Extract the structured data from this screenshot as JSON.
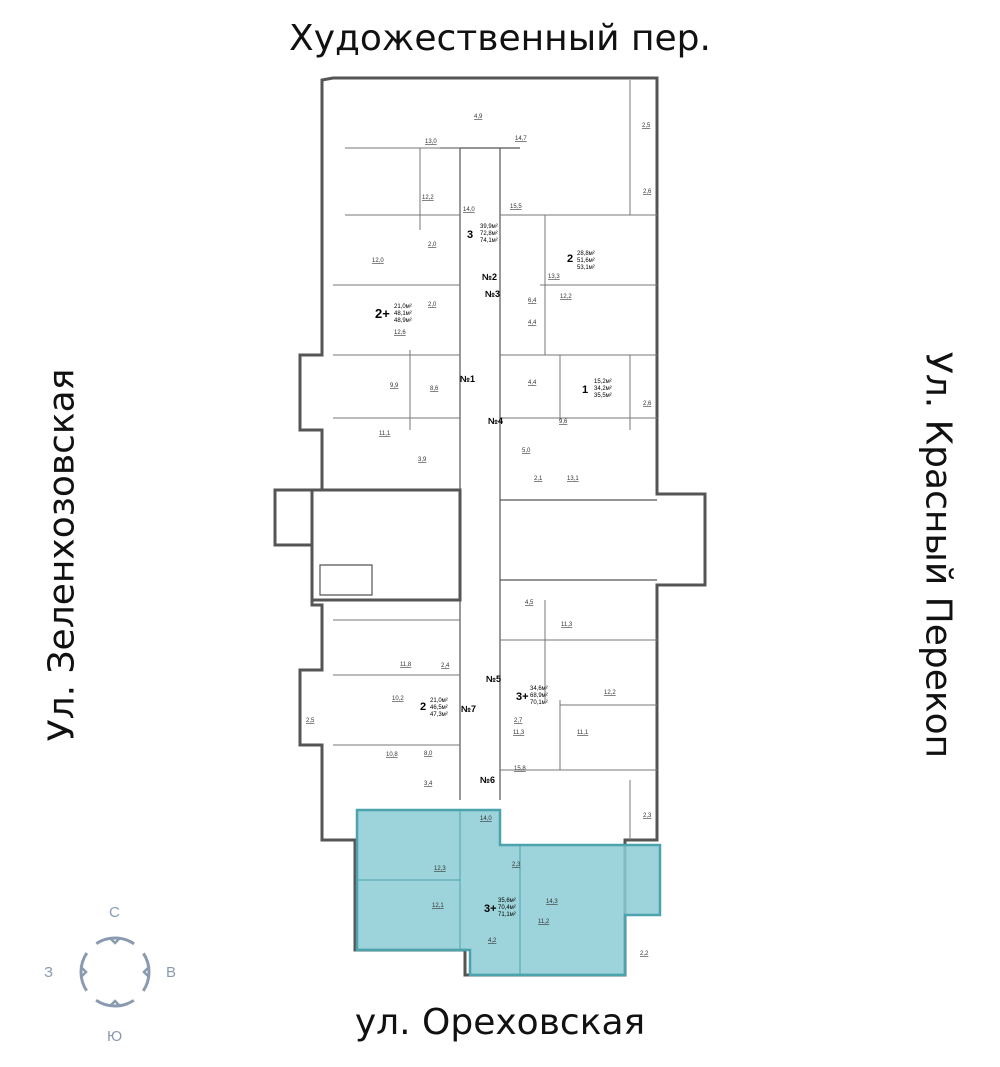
{
  "streets": {
    "top": "Художественный пер.",
    "bottom": "ул. Ореховская",
    "left": "Ул. Зеленхозовская",
    "right": "Ул. Красный Перекоп"
  },
  "compass": {
    "north": "С",
    "south": "Ю",
    "west": "З",
    "east": "В"
  },
  "colors": {
    "highlight": "#8ccbd3",
    "highlight_stroke": "#4aa3ad",
    "wall": "#555555",
    "compass": "#8a9bb0"
  },
  "apartments": [
    {
      "id": "№1",
      "rooms": "2+",
      "areas": [
        "21,0м²",
        "48,1м²",
        "48,9м²"
      ]
    },
    {
      "id": "№2",
      "rooms": "3",
      "areas": [
        "39,9м²",
        "72,8м²",
        "74,1м²"
      ]
    },
    {
      "id": "№3",
      "rooms": "2",
      "areas": [
        "28,8м²",
        "51,6м²",
        "53,1м²"
      ]
    },
    {
      "id": "№4",
      "rooms": "1",
      "areas": [
        "15,2м²",
        "34,2м²",
        "35,5м²"
      ]
    },
    {
      "id": "№5",
      "rooms": "3+",
      "areas": [
        "34,6м²",
        "68,9м²",
        "70,1м²"
      ]
    },
    {
      "id": "№6",
      "rooms": "3+",
      "areas": [
        "35,6м²",
        "70,4м²",
        "71,1м²"
      ]
    },
    {
      "id": "№7",
      "rooms": "2",
      "areas": [
        "21,0м²",
        "46,5м²",
        "47,3м²"
      ]
    }
  ],
  "room_areas": [
    "13,0",
    "4,9",
    "14,7",
    "2,5",
    "12,2",
    "14,0",
    "15,5",
    "2,6",
    "12,0",
    "2,0",
    "13,3",
    "2,0",
    "12,2",
    "12,6",
    "6,4",
    "4,4",
    "9,9",
    "8,6",
    "4,4",
    "2,6",
    "11,1",
    "9,6",
    "3,9",
    "5,0",
    "2,1",
    "13,1",
    "4,5",
    "11,3",
    "11,8",
    "2,4",
    "10,2",
    "12,2",
    "2,5",
    "2,7",
    "11,3",
    "11,1",
    "8,0",
    "10,8",
    "15,8",
    "3,4",
    "2,3",
    "14,0",
    "12,3",
    "2,3",
    "12,1",
    "14,3",
    "11,2",
    "4,2",
    "2,2"
  ]
}
